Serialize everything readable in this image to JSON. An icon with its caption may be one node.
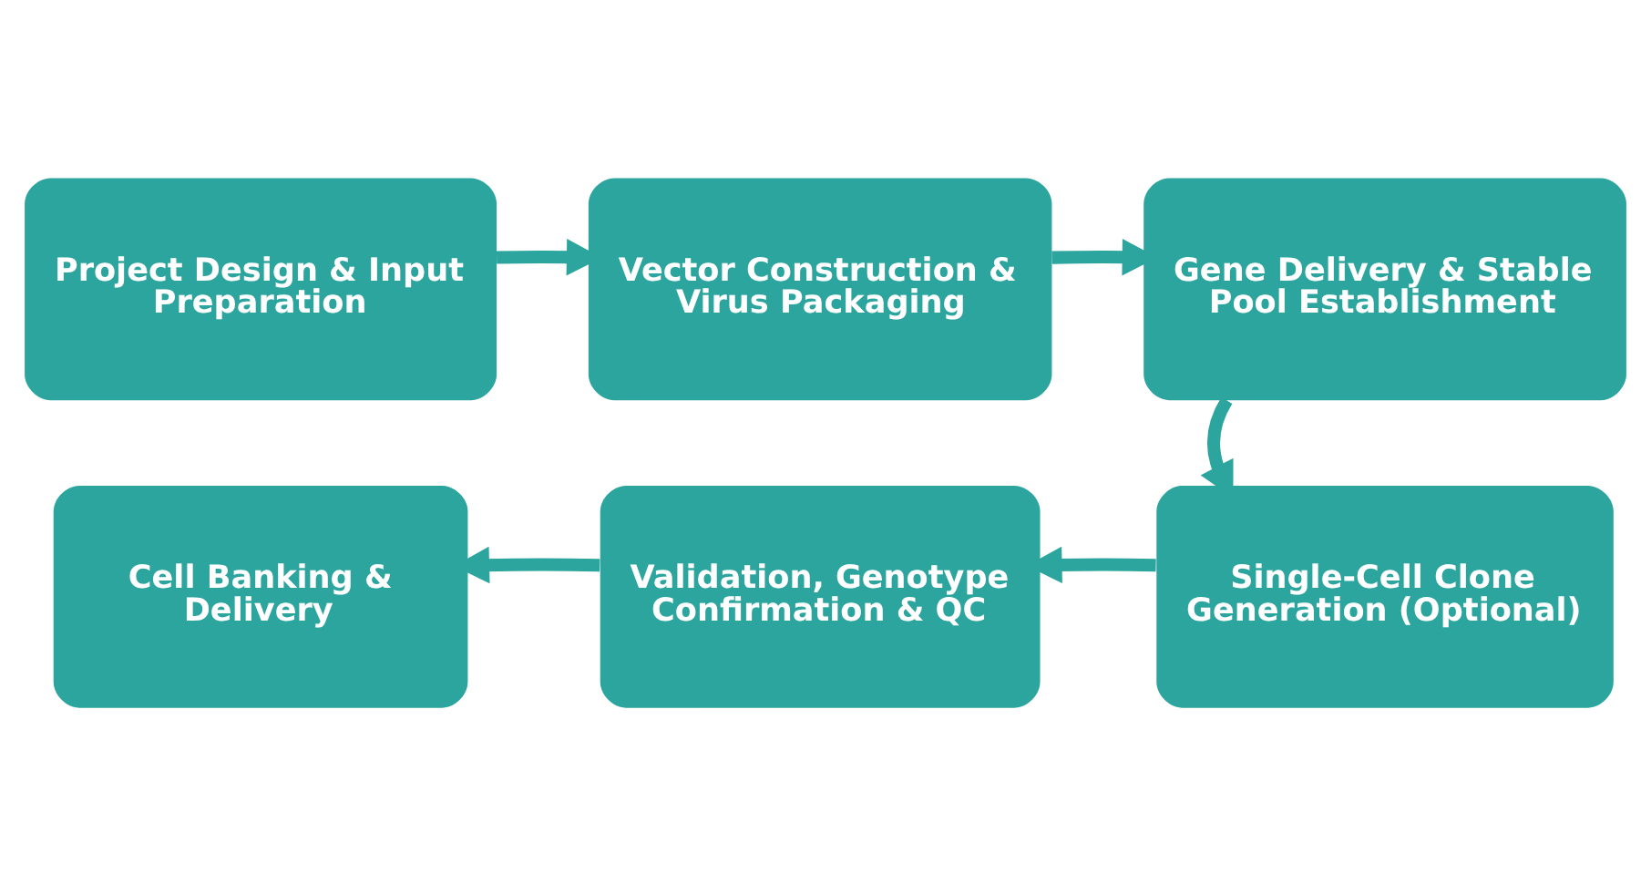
{
  "diagram": {
    "nodes": [
      {
        "text": [
          "Project Design & Input Preparation"
        ]
      },
      {
        "text": [
          "Vector Construction & Virus Packaging"
        ]
      },
      {
        "text": [
          "Gene Delivery & Stable Pool Establishment"
        ]
      },
      {
        "text": [
          "Single-Cell Clone Generation (Optional)"
        ]
      },
      {
        "text": [
          "Validation, Genotype Confirmation & QC"
        ]
      },
      {
        "text": [
          "Cell Banking & Delivery"
        ]
      }
    ],
    "edges": [
      {
        "from": 0,
        "to": 1,
        "arrow": "to"
      },
      {
        "from": 1,
        "to": 2,
        "arrow": "to"
      },
      {
        "from": 2,
        "to": 3,
        "arrow": "to"
      },
      {
        "from": 3,
        "to": 4,
        "arrow": "to"
      },
      {
        "from": 4,
        "to": 5,
        "arrow": "to"
      }
    ]
  }
}
